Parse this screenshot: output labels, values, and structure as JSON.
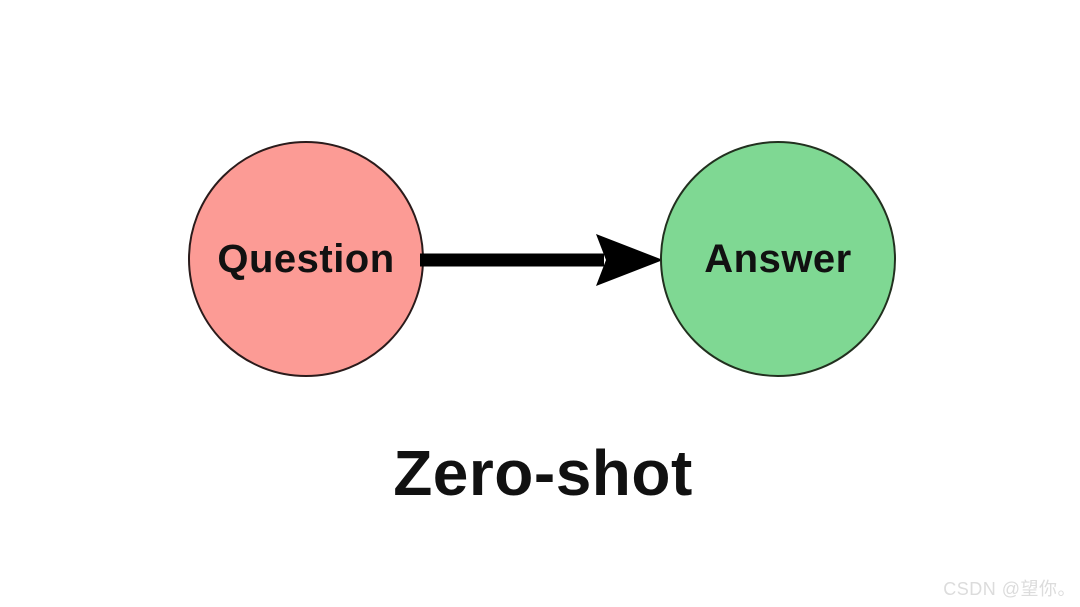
{
  "diagram": {
    "title": "Zero-shot",
    "nodes": [
      {
        "id": "question",
        "label": "Question",
        "shape": "circle",
        "fill": "#FC9B95",
        "stroke": "#2A1B1B"
      },
      {
        "id": "answer",
        "label": "Answer",
        "shape": "circle",
        "fill": "#7FD893",
        "stroke": "#22301F"
      }
    ],
    "edge": {
      "from": "question",
      "to": "answer",
      "type": "arrow-right",
      "color": "#000000"
    },
    "colors": {
      "background": "#FFFFFF",
      "text": "#111111"
    }
  },
  "watermark": {
    "text": "CSDN @望你。",
    "color": "#DCDCDC"
  }
}
